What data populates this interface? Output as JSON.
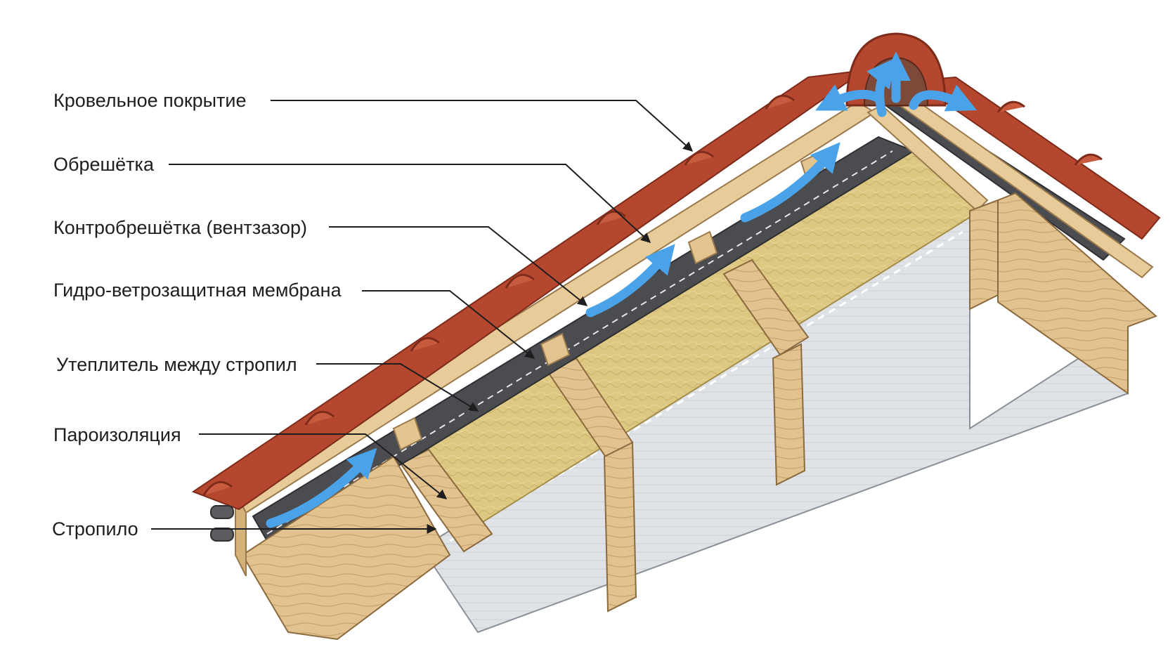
{
  "diagram": {
    "labels": [
      {
        "id": "roof-covering",
        "text": "Кровельное покрытие"
      },
      {
        "id": "battens",
        "text": "Обрешётка"
      },
      {
        "id": "counter-battens",
        "text": "Контробрешётка (вентзазор)"
      },
      {
        "id": "membrane",
        "text": "Гидро-ветрозащитная мембрана"
      },
      {
        "id": "insulation",
        "text": "Утеплитель между стропил"
      },
      {
        "id": "vapor-barrier",
        "text": "Пароизоляция"
      },
      {
        "id": "rafter",
        "text": "Стропило"
      }
    ],
    "colors": {
      "tile": "#b5472e",
      "tile_dark": "#7d2b1a",
      "wood": "#e2c28f",
      "wood_dark": "#b08a58",
      "membrane": "#4a4c50",
      "insulation": "#ddc882",
      "vapor": "#dfe2e6",
      "airflow": "#4aa3e8",
      "leader": "#1e1e1e"
    }
  }
}
